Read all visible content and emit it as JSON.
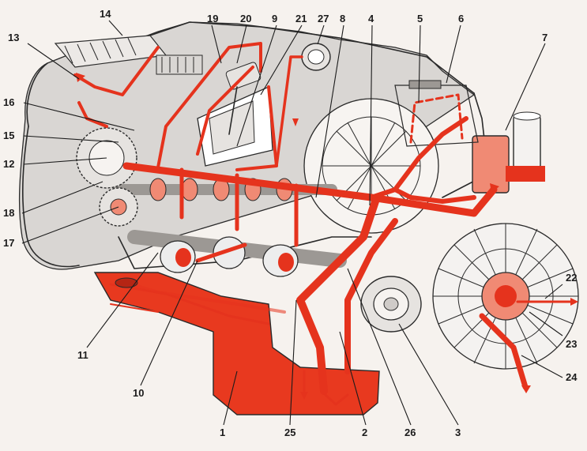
{
  "callouts": [
    {
      "id": "c1",
      "text": "1"
    },
    {
      "id": "c2",
      "text": "2"
    },
    {
      "id": "c3",
      "text": "3"
    },
    {
      "id": "c4",
      "text": "4"
    },
    {
      "id": "c5",
      "text": "5"
    },
    {
      "id": "c6",
      "text": "6"
    },
    {
      "id": "c7",
      "text": "7"
    },
    {
      "id": "c8",
      "text": "8"
    },
    {
      "id": "c9",
      "text": "9"
    },
    {
      "id": "c10",
      "text": "10"
    },
    {
      "id": "c11",
      "text": "11"
    },
    {
      "id": "c12",
      "text": "12"
    },
    {
      "id": "c13",
      "text": "13"
    },
    {
      "id": "c14",
      "text": "14"
    },
    {
      "id": "c15",
      "text": "15"
    },
    {
      "id": "c16",
      "text": "16"
    },
    {
      "id": "c17",
      "text": "17"
    },
    {
      "id": "c18",
      "text": "18"
    },
    {
      "id": "c19",
      "text": "19"
    },
    {
      "id": "c20",
      "text": "20"
    },
    {
      "id": "c21",
      "text": "21"
    },
    {
      "id": "c22",
      "text": "22"
    },
    {
      "id": "c23",
      "text": "23"
    },
    {
      "id": "c24",
      "text": "24"
    },
    {
      "id": "c25",
      "text": "25"
    },
    {
      "id": "c26",
      "text": "26"
    },
    {
      "id": "c27",
      "text": "27"
    }
  ],
  "colors": {
    "oil": "#e5331d",
    "oil_pan": "#e8391f",
    "oil_light": "#f3a08c",
    "engine_outline": "#2a2a2a",
    "engine_body": "#d9d6d3",
    "background": "#f6f2ee"
  },
  "icons": [
    "flow-arrow-icon",
    "pressure-gauge-icon",
    "oil-filter-icon",
    "cooling-fan-icon"
  ]
}
